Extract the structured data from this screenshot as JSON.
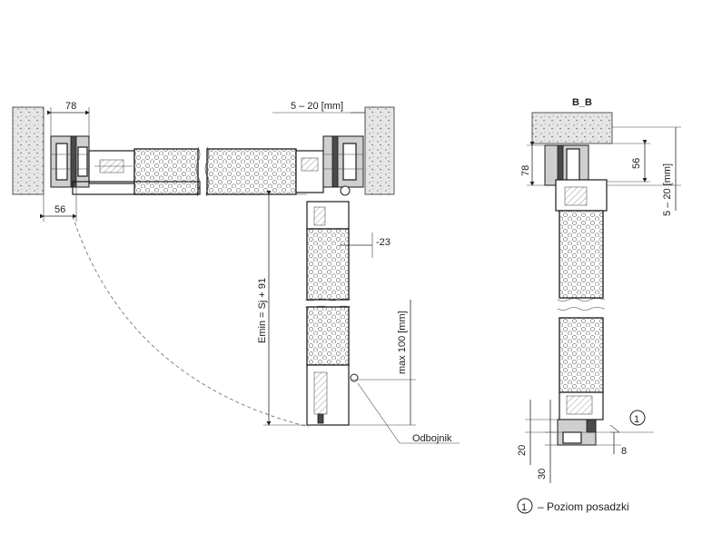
{
  "labels": {
    "dim_78_left": "78",
    "dim_56_left": "56",
    "dim_gap_top": "5 – 20 [mm]",
    "dim_emin": "Emin = Sj + 91",
    "dim_minus23": "-23",
    "dim_max100": "max 100 [mm]",
    "odbojnik": "Odbojnik",
    "section_title": "B_B",
    "dim_78_right": "78",
    "dim_56_right": "56",
    "dim_gap_right": "5 – 20 [mm]",
    "dim_20": "20",
    "dim_30": "30",
    "dim_8": "8",
    "marker_1": "1",
    "legend_marker": "1",
    "legend_text": "– Poziom posadzki"
  },
  "colors": {
    "line": "#1a1a1a",
    "frame_fill": "#cfcfcf",
    "wall_fill": "#e6e6e6"
  }
}
